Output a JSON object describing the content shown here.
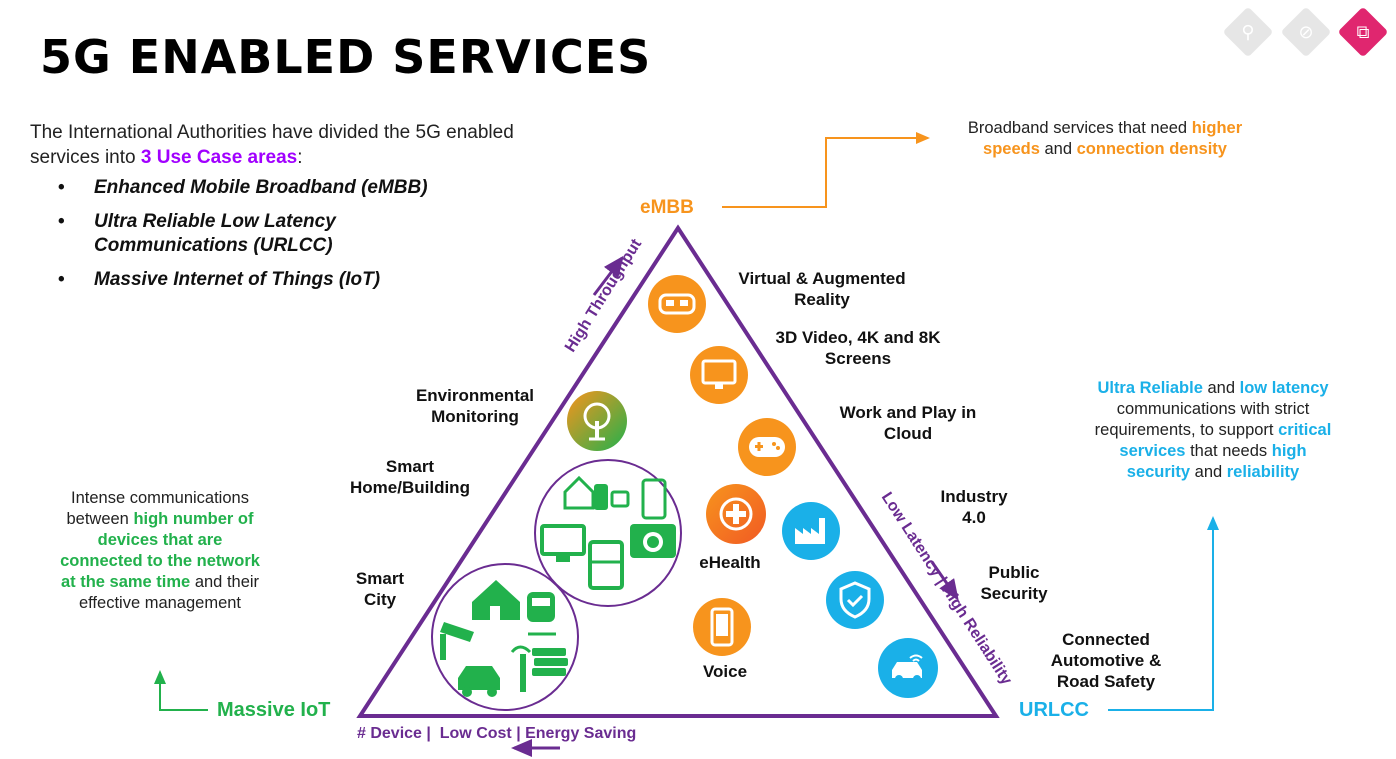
{
  "title": "5G ENABLED SERVICES",
  "intro": {
    "text_before": "The International Authorities have divided the 5G enabled services into ",
    "highlight": "3 Use Case areas",
    "text_after": ":"
  },
  "bullets": [
    "Enhanced Mobile Broadband (eMBB)",
    "Ultra Reliable Low Latency Communications (URLCC)",
    "Massive Internet of Things (IoT)"
  ],
  "corners": {
    "embb": "eMBB",
    "iot": "Massive IoT",
    "urlcc": "URLCC"
  },
  "edges": {
    "left": "High Throughput",
    "right": "Low Latency | High Reliability",
    "bottom": "# Device |  Low Cost | Energy Saving"
  },
  "labels": {
    "vr": "Virtual & Augmented Reality",
    "video": "3D Video, 4K and 8K Screens",
    "cloud": "Work and Play in Cloud",
    "industry": "Industry 4.0",
    "security": "Public Security",
    "automotive": "Connected Automotive & Road Safety",
    "environment": "Environmental Monitoring",
    "smarthome": "Smart Home/Building",
    "smartcity": "Smart City",
    "ehealth": "eHealth",
    "voice": "Voice"
  },
  "embb_desc": {
    "p1": "Broadband services that need ",
    "h1": "higher speeds",
    "p2": " and ",
    "h2": "connection density"
  },
  "urlcc_desc": {
    "h1": "Ultra Reliable",
    "p1": " and ",
    "h2": "low latency",
    "p2": " communications with strict requirements, to support ",
    "h3": "critical services",
    "p3": " that needs ",
    "h4": "high security",
    "p4": " and ",
    "h5": "reliability"
  },
  "iot_desc": {
    "p1": "Intense communications between ",
    "h1": "high number of devices that are connected to the network at the same time",
    "p2": " and their effective management"
  },
  "colors": {
    "purple": "#6a2c91",
    "orange": "#f7941d",
    "cyan": "#1ab0e8",
    "green": "#22b14c",
    "accent": "#a100ff"
  },
  "nav_icons": [
    "search-icon",
    "no-signal-icon",
    "network-icon"
  ]
}
